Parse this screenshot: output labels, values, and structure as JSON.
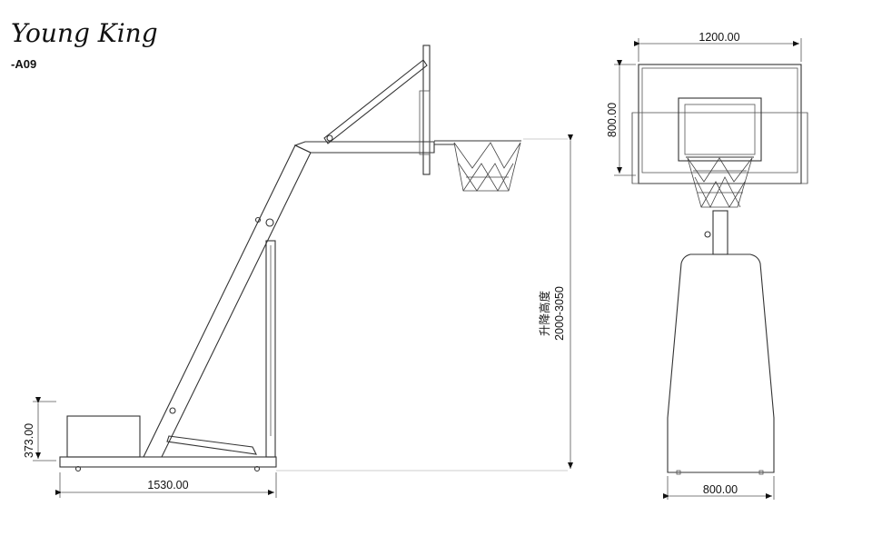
{
  "brand": {
    "logo_text": "Young King",
    "model": "-A09"
  },
  "dimensions": {
    "side_base_width": "1530.00",
    "side_base_height": "373.00",
    "lift_label": "升降高度",
    "lift_range": "2000-3050",
    "board_width": "1200.00",
    "board_height": "800.00",
    "front_base_width": "800.00"
  }
}
